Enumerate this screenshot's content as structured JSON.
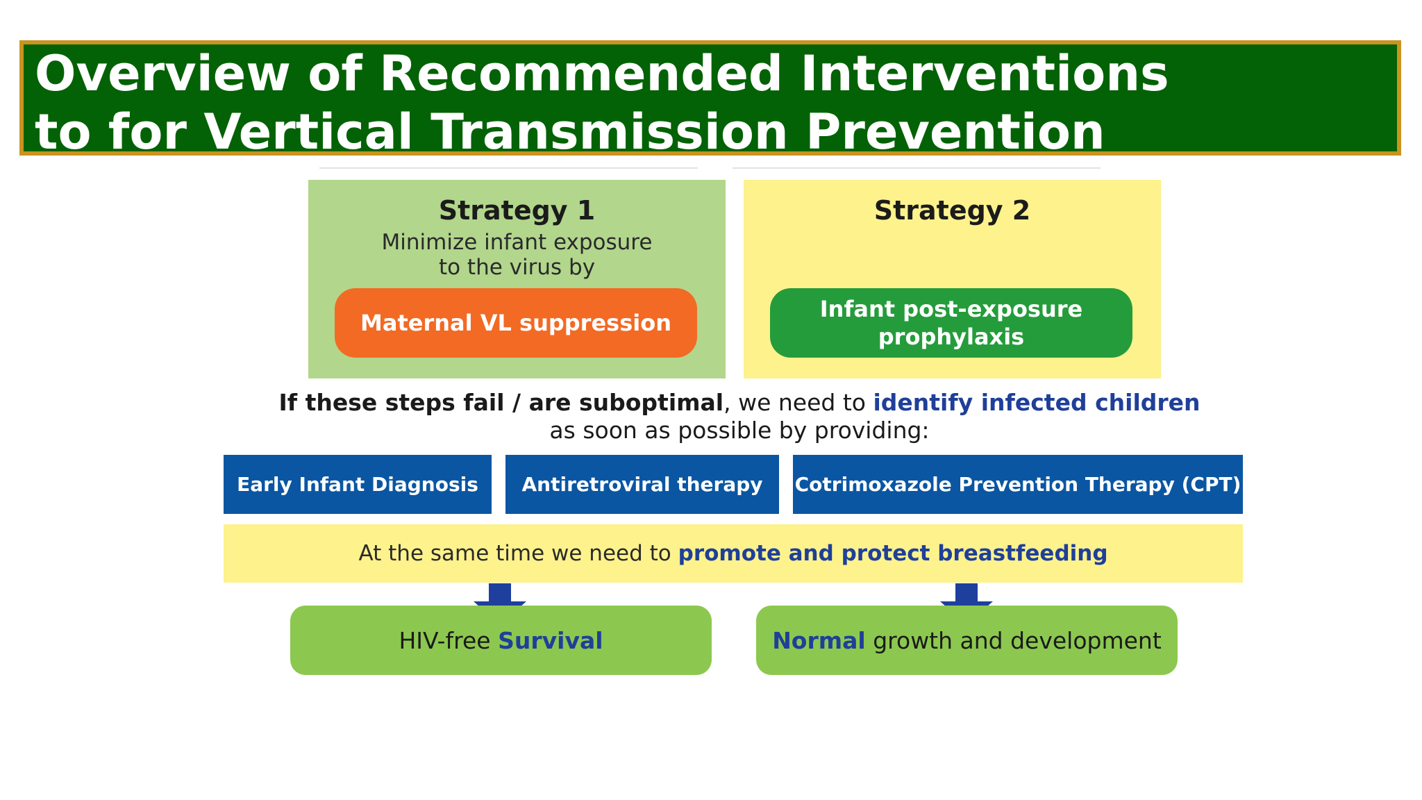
{
  "title": {
    "line1": "Overview of Recommended Interventions",
    "line2": "to for Vertical Transmission Prevention"
  },
  "strategy1": {
    "heading": "Strategy 1",
    "subtitle_line1": "Minimize infant exposure",
    "subtitle_line2": "to the virus by",
    "pill": "Maternal VL suppression"
  },
  "strategy2": {
    "heading": "Strategy 2",
    "pill_line1": "Infant post-exposure",
    "pill_line2": "prophylaxis"
  },
  "fail_message": {
    "strong": "If these steps fail / are suboptimal",
    "middle": ", we need to ",
    "highlight": "identify infected children",
    "line2": "as soon as possible by providing:"
  },
  "services": [
    "Early Infant Diagnosis",
    "Antiretroviral therapy",
    "Cotrimoxazole Prevention Therapy (CPT)"
  ],
  "breastfeeding": {
    "prefix": "At the same time we need to ",
    "highlight": "promote and protect breastfeeding"
  },
  "outcomes": {
    "first_prefix": "HIV-free ",
    "first_highlight": "Survival",
    "second_highlight": "Normal",
    "second_suffix": " growth and development"
  },
  "colors": {
    "title_bg": "#046206",
    "title_border": "#c9941f",
    "strategy1_bg": "#b2d68c",
    "strategy2_bg": "#fdf28c",
    "pill_orange": "#f26a24",
    "pill_green": "#259c3b",
    "service_blue": "#0a56a3",
    "highlight_blue": "#1f3f99",
    "outcome_green": "#8cc84f",
    "arrow_blue": "#1e3f9e"
  }
}
